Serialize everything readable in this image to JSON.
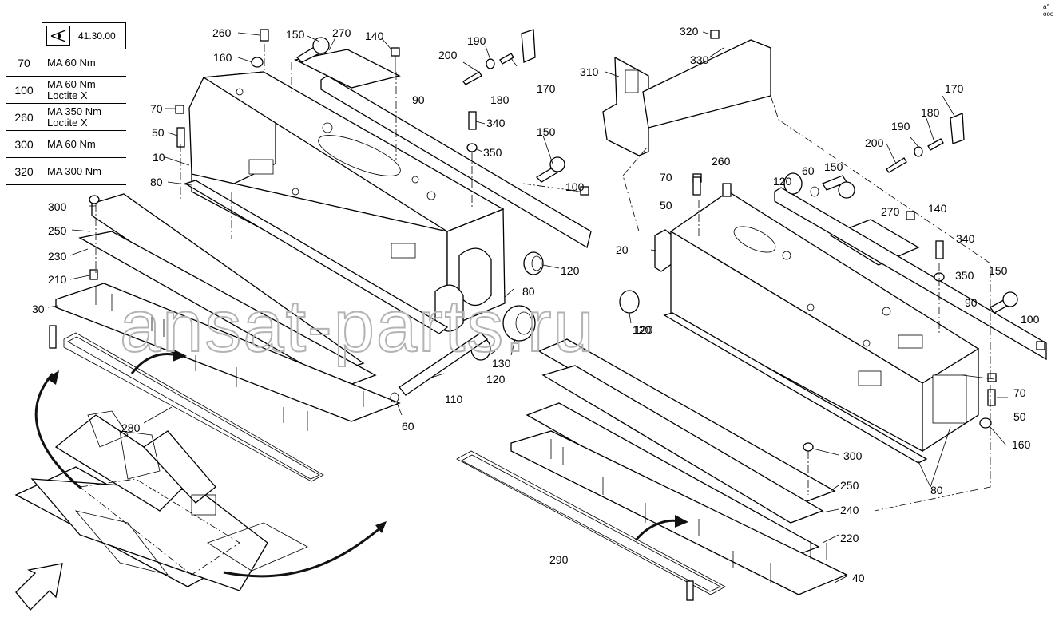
{
  "reference": {
    "code": "41.30.00",
    "icon": "eye-icon"
  },
  "torque_table": [
    {
      "part": "70",
      "lines": [
        "MA 60 Nm"
      ]
    },
    {
      "part": "100",
      "lines": [
        "MA 60 Nm",
        "Loctite X"
      ]
    },
    {
      "part": "260",
      "lines": [
        "MA 350 Nm",
        "Loctite X"
      ]
    },
    {
      "part": "300",
      "lines": [
        "MA 60 Nm"
      ]
    },
    {
      "part": "320",
      "lines": [
        "MA 300 Nm"
      ]
    }
  ],
  "callouts": [
    "260",
    "150",
    "270",
    "140",
    "190",
    "200",
    "160",
    "180",
    "170",
    "90",
    "70",
    "340",
    "50",
    "350",
    "10",
    "150",
    "80",
    "100",
    "300",
    "250",
    "230",
    "210",
    "120",
    "80",
    "30",
    "130",
    "120",
    "120",
    "110",
    "280",
    "60",
    "320",
    "330",
    "310",
    "170",
    "180",
    "190",
    "200",
    "260",
    "70",
    "120",
    "60",
    "150",
    "50",
    "140",
    "270",
    "20",
    "340",
    "350",
    "150",
    "90",
    "120",
    "100",
    "70",
    "50",
    "160",
    "300",
    "250",
    "80",
    "240",
    "220",
    "290",
    "40"
  ],
  "watermark": "ansat-parts.ru",
  "corner_mark": "a° ooo"
}
